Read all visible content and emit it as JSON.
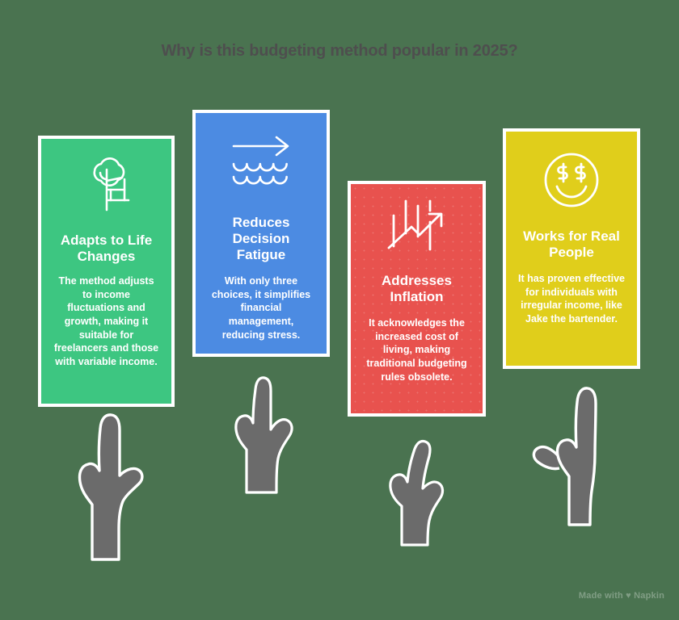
{
  "page": {
    "title": "Why is this budgeting method popular in 2025?",
    "background_color": "#4a7350",
    "title_color": "#4e4e4e",
    "watermark": "Made with ♥ Napkin"
  },
  "cards": [
    {
      "id": "adapts",
      "title": "Adapts to Life Changes",
      "body": "The method adjusts to income fluctuations and growth, making it suitable for freelancers and those with variable income.",
      "color": "#3dc681",
      "icon": "tree-icon"
    },
    {
      "id": "reduces",
      "title": "Reduces Decision Fatigue",
      "body": "With only three choices, it simplifies financial management, reducing stress.",
      "color": "#4c8be2",
      "icon": "arrow-over-waves-icon"
    },
    {
      "id": "inflation",
      "title": "Addresses Inflation",
      "body": "It acknowledges the increased cost of living, making traditional budgeting rules obsolete.",
      "color": "#e8524e",
      "icon": "rising-chart-arrow-icon"
    },
    {
      "id": "works",
      "title": "Works for Real People",
      "body": "It has proven effective for individuals with irregular income, like Jake the bartender.",
      "color": "#e0ce1b",
      "icon": "money-face-smiley-icon"
    }
  ],
  "hands": {
    "fill_color": "#6b6b6b",
    "outline_color": "#ffffff",
    "count": 4,
    "gesture": "pointing-up-hand"
  }
}
